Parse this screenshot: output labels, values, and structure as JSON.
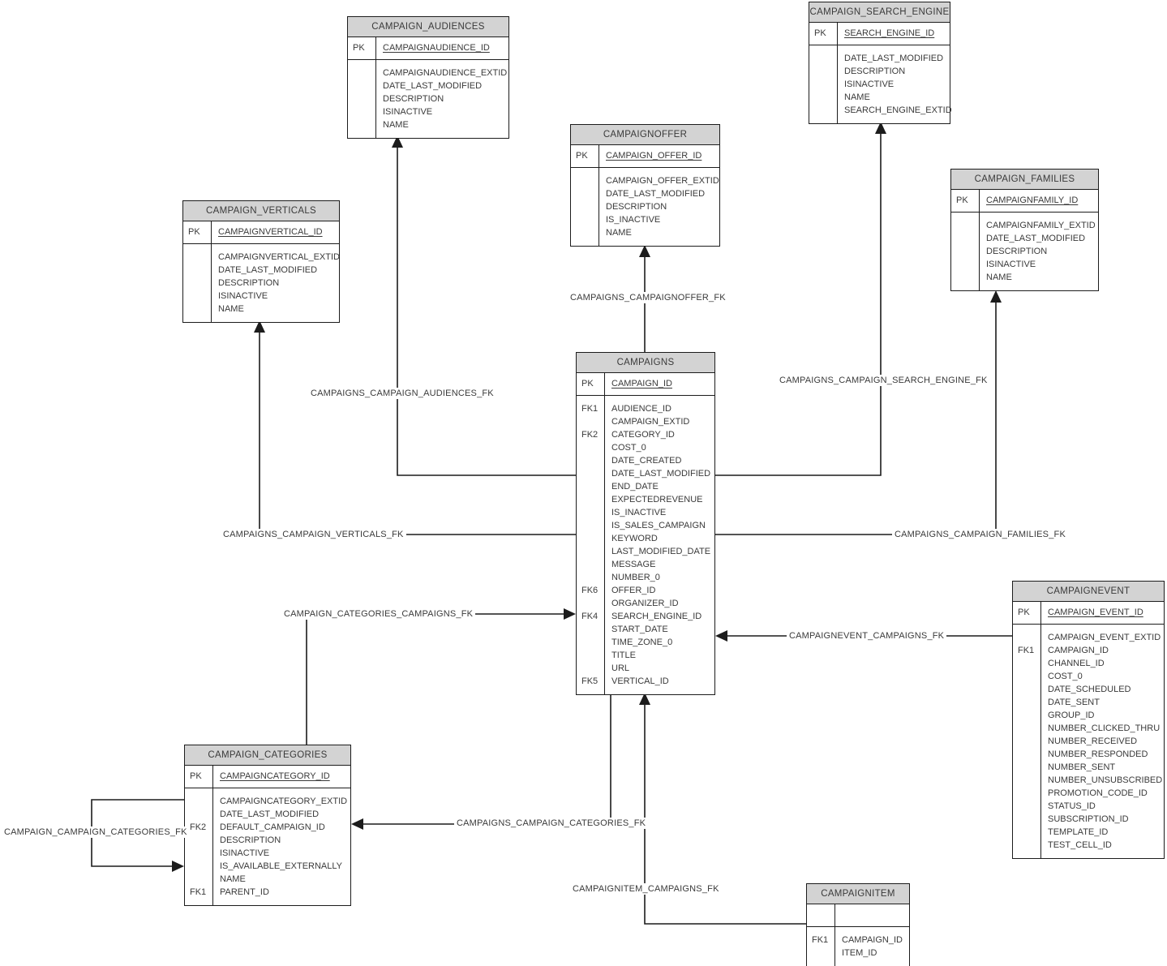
{
  "diagram": {
    "colors": {
      "entity_header_fill": "#d3d3d3",
      "entity_border": "#1c1c1c",
      "connector_line": "#1c1c1c",
      "background": "#ffffff"
    },
    "entities": [
      {
        "id": "campaign_audiences",
        "title": "CAMPAIGN_AUDIENCES",
        "pk_label": "PK",
        "pk": "CAMPAIGNAUDIENCE_ID",
        "attributes": [
          {
            "key": "",
            "name": "CAMPAIGNAUDIENCE_EXTID"
          },
          {
            "key": "",
            "name": "DATE_LAST_MODIFIED"
          },
          {
            "key": "",
            "name": "DESCRIPTION"
          },
          {
            "key": "",
            "name": "ISINACTIVE"
          },
          {
            "key": "",
            "name": "NAME"
          }
        ]
      },
      {
        "id": "campaign_search_engine",
        "title": "CAMPAIGN_SEARCH_ENGINE",
        "pk_label": "PK",
        "pk": "SEARCH_ENGINE_ID",
        "attributes": [
          {
            "key": "",
            "name": "DATE_LAST_MODIFIED"
          },
          {
            "key": "",
            "name": "DESCRIPTION"
          },
          {
            "key": "",
            "name": "ISINACTIVE"
          },
          {
            "key": "",
            "name": "NAME"
          },
          {
            "key": "",
            "name": "SEARCH_ENGINE_EXTID"
          }
        ]
      },
      {
        "id": "campaignoffer",
        "title": "CAMPAIGNOFFER",
        "pk_label": "PK",
        "pk": "CAMPAIGN_OFFER_ID",
        "attributes": [
          {
            "key": "",
            "name": "CAMPAIGN_OFFER_EXTID"
          },
          {
            "key": "",
            "name": "DATE_LAST_MODIFIED"
          },
          {
            "key": "",
            "name": "DESCRIPTION"
          },
          {
            "key": "",
            "name": "IS_INACTIVE"
          },
          {
            "key": "",
            "name": "NAME"
          }
        ]
      },
      {
        "id": "campaign_families",
        "title": "CAMPAIGN_FAMILIES",
        "pk_label": "PK",
        "pk": "CAMPAIGNFAMILY_ID",
        "attributes": [
          {
            "key": "",
            "name": "CAMPAIGNFAMILY_EXTID"
          },
          {
            "key": "",
            "name": "DATE_LAST_MODIFIED"
          },
          {
            "key": "",
            "name": "DESCRIPTION"
          },
          {
            "key": "",
            "name": "ISINACTIVE"
          },
          {
            "key": "",
            "name": "NAME"
          }
        ]
      },
      {
        "id": "campaign_verticals",
        "title": "CAMPAIGN_VERTICALS",
        "pk_label": "PK",
        "pk": "CAMPAIGNVERTICAL_ID",
        "attributes": [
          {
            "key": "",
            "name": "CAMPAIGNVERTICAL_EXTID"
          },
          {
            "key": "",
            "name": "DATE_LAST_MODIFIED"
          },
          {
            "key": "",
            "name": "DESCRIPTION"
          },
          {
            "key": "",
            "name": "ISINACTIVE"
          },
          {
            "key": "",
            "name": "NAME"
          }
        ]
      },
      {
        "id": "campaigns",
        "title": "CAMPAIGNS",
        "pk_label": "PK",
        "pk": "CAMPAIGN_ID",
        "attributes": [
          {
            "key": "FK1",
            "name": "AUDIENCE_ID"
          },
          {
            "key": "",
            "name": "CAMPAIGN_EXTID"
          },
          {
            "key": "FK2",
            "name": "CATEGORY_ID"
          },
          {
            "key": "",
            "name": "COST_0"
          },
          {
            "key": "",
            "name": "DATE_CREATED"
          },
          {
            "key": "",
            "name": "DATE_LAST_MODIFIED"
          },
          {
            "key": "",
            "name": "END_DATE"
          },
          {
            "key": "",
            "name": "EXPECTEDREVENUE"
          },
          {
            "key": "",
            "name": "IS_INACTIVE"
          },
          {
            "key": "",
            "name": "IS_SALES_CAMPAIGN"
          },
          {
            "key": "",
            "name": "KEYWORD"
          },
          {
            "key": "",
            "name": "LAST_MODIFIED_DATE"
          },
          {
            "key": "",
            "name": "MESSAGE"
          },
          {
            "key": "",
            "name": "NUMBER_0"
          },
          {
            "key": "FK6",
            "name": "OFFER_ID"
          },
          {
            "key": "",
            "name": "ORGANIZER_ID"
          },
          {
            "key": "FK4",
            "name": "SEARCH_ENGINE_ID"
          },
          {
            "key": "",
            "name": "START_DATE"
          },
          {
            "key": "",
            "name": "TIME_ZONE_0"
          },
          {
            "key": "",
            "name": "TITLE"
          },
          {
            "key": "",
            "name": "URL"
          },
          {
            "key": "FK5",
            "name": "VERTICAL_ID"
          }
        ]
      },
      {
        "id": "campaignevent",
        "title": "CAMPAIGNEVENT",
        "pk_label": "PK",
        "pk": "CAMPAIGN_EVENT_ID",
        "attributes": [
          {
            "key": "",
            "name": "CAMPAIGN_EVENT_EXTID"
          },
          {
            "key": "FK1",
            "name": "CAMPAIGN_ID"
          },
          {
            "key": "",
            "name": "CHANNEL_ID"
          },
          {
            "key": "",
            "name": "COST_0"
          },
          {
            "key": "",
            "name": "DATE_SCHEDULED"
          },
          {
            "key": "",
            "name": "DATE_SENT"
          },
          {
            "key": "",
            "name": "GROUP_ID"
          },
          {
            "key": "",
            "name": "NUMBER_CLICKED_THRU"
          },
          {
            "key": "",
            "name": "NUMBER_RECEIVED"
          },
          {
            "key": "",
            "name": "NUMBER_RESPONDED"
          },
          {
            "key": "",
            "name": "NUMBER_SENT"
          },
          {
            "key": "",
            "name": "NUMBER_UNSUBSCRIBED"
          },
          {
            "key": "",
            "name": "PROMOTION_CODE_ID"
          },
          {
            "key": "",
            "name": "STATUS_ID"
          },
          {
            "key": "",
            "name": "SUBSCRIPTION_ID"
          },
          {
            "key": "",
            "name": "TEMPLATE_ID"
          },
          {
            "key": "",
            "name": "TEST_CELL_ID"
          }
        ]
      },
      {
        "id": "campaign_categories",
        "title": "CAMPAIGN_CATEGORIES",
        "pk_label": "PK",
        "pk": "CAMPAIGNCATEGORY_ID",
        "attributes": [
          {
            "key": "",
            "name": "CAMPAIGNCATEGORY_EXTID"
          },
          {
            "key": "",
            "name": "DATE_LAST_MODIFIED"
          },
          {
            "key": "FK2",
            "name": "DEFAULT_CAMPAIGN_ID"
          },
          {
            "key": "",
            "name": "DESCRIPTION"
          },
          {
            "key": "",
            "name": "ISINACTIVE"
          },
          {
            "key": "",
            "name": "IS_AVAILABLE_EXTERNALLY"
          },
          {
            "key": "",
            "name": "NAME"
          },
          {
            "key": "FK1",
            "name": "PARENT_ID"
          }
        ]
      },
      {
        "id": "campaignitem",
        "title": "CAMPAIGNITEM",
        "pk_label": "",
        "pk": "",
        "attributes": [
          {
            "key": "FK1",
            "name": "CAMPAIGN_ID"
          },
          {
            "key": "",
            "name": "ITEM_ID"
          }
        ]
      }
    ],
    "relationships": [
      {
        "id": "campaigns_campaignoffer_fk",
        "label": "CAMPAIGNS_CAMPAIGNOFFER_FK"
      },
      {
        "id": "campaigns_campaign_audiences_fk",
        "label": "CAMPAIGNS_CAMPAIGN_AUDIENCES_FK"
      },
      {
        "id": "campaigns_campaign_search_engine_fk",
        "label": "CAMPAIGNS_CAMPAIGN_SEARCH_ENGINE_FK"
      },
      {
        "id": "campaigns_campaign_verticals_fk",
        "label": "CAMPAIGNS_CAMPAIGN_VERTICALS_FK"
      },
      {
        "id": "campaigns_campaign_families_fk",
        "label": "CAMPAIGNS_CAMPAIGN_FAMILIES_FK"
      },
      {
        "id": "campaign_categories_campaigns_fk",
        "label": "CAMPAIGN_CATEGORIES_CAMPAIGNS_FK"
      },
      {
        "id": "campaignevent_campaigns_fk",
        "label": "CAMPAIGNEVENT_CAMPAIGNS_FK"
      },
      {
        "id": "campaigns_campaign_categories_fk",
        "label": "CAMPAIGNS_CAMPAIGN_CATEGORIES_FK"
      },
      {
        "id": "campaignitem_campaigns_fk",
        "label": "CAMPAIGNITEM_CAMPAIGNS_FK"
      },
      {
        "id": "campaign_campaign_categories_fk",
        "label": "CAMPAIGN_CAMPAIGN_CATEGORIES_FK"
      }
    ]
  }
}
